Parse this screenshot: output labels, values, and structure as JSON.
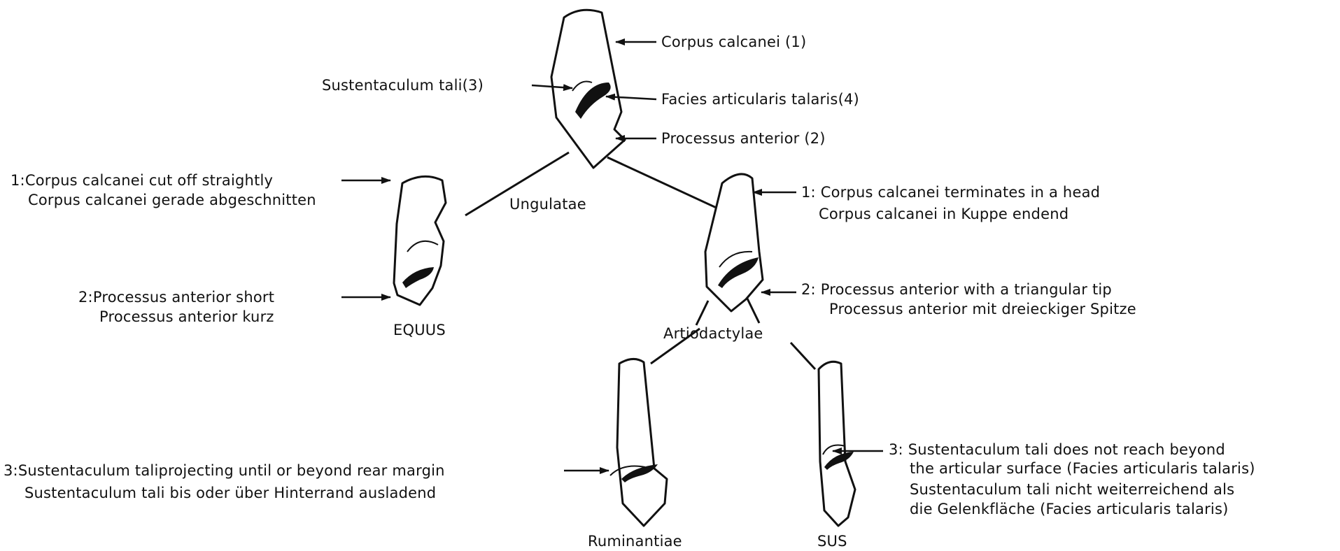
{
  "labels": {
    "corpus": "Corpus calcanei (1)",
    "sustentaculum": "Sustentaculum tali(3)",
    "facies": "Facies articularis talaris(4)",
    "processus": "Processus anterior (2)",
    "ungulatae": "Ungulatae",
    "equus_1_en": "1:Corpus calcanei cut off straightly",
    "equus_1_de": "Corpus calcanei gerade abgeschnitten",
    "equus_2_en": "2:Processus anterior short",
    "equus_2_de": "Processus anterior kurz",
    "equus": "EQUUS",
    "artio_1_en": "1: Corpus calcanei terminates in a head",
    "artio_1_de": "Corpus calcanei in Kuppe endend",
    "artio_2_en": "2: Processus anterior with a triangular tip",
    "artio_2_de": "Processus anterior mit dreieckiger Spitze",
    "artiodactylae": "Artiodactylae",
    "rum_3_en": "3:Sustentaculum taliprojecting until or beyond rear margin",
    "rum_3_de": "Sustentaculum tali bis oder über Hinterrand ausladend",
    "sus_3_en_1": "3: Sustentaculum tali does not reach beyond",
    "sus_3_en_2": "the articular surface (Facies articularis talaris)",
    "sus_3_de_1": "Sustentaculum tali nicht weiterreichend als",
    "sus_3_de_2": "die Gelenkfläche (Facies articularis talaris)",
    "ruminantiae": "Ruminantiae",
    "sus": "SUS"
  }
}
